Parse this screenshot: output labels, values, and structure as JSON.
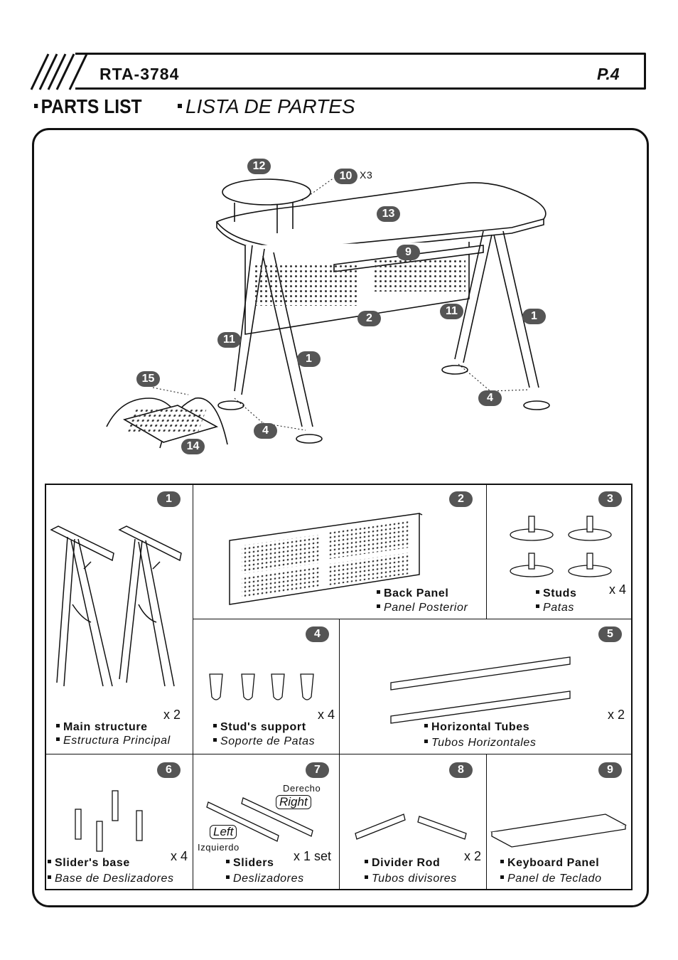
{
  "header": {
    "model": "RTA-3784",
    "page": "P.4"
  },
  "section": {
    "title_en": "PARTS LIST",
    "title_es": "LISTA DE PARTES"
  },
  "diagram": {
    "callouts": [
      "12",
      "10",
      "13",
      "9",
      "2",
      "11",
      "1",
      "11",
      "1",
      "4",
      "4",
      "15",
      "14"
    ],
    "qty_10": "X3"
  },
  "parts": [
    {
      "num": "1",
      "en": "Main structure",
      "es": "Estructura Principal",
      "qty": "x 2"
    },
    {
      "num": "2",
      "en": "Back Panel",
      "es": "Panel Posterior",
      "qty": ""
    },
    {
      "num": "3",
      "en": "Studs",
      "es": "Patas",
      "qty": "x 4"
    },
    {
      "num": "4",
      "en": "Stud's support",
      "es": "Soporte de Patas",
      "qty": "x 4"
    },
    {
      "num": "5",
      "en": "Horizontal Tubes",
      "es": "Tubos Horizontales",
      "qty": "x 2"
    },
    {
      "num": "6",
      "en": "Slider's base",
      "es": "Base de Deslizadores",
      "qty": "x 4"
    },
    {
      "num": "7",
      "en": "Sliders",
      "es": "Deslizadores",
      "qty": "x 1 set",
      "right_es": "Derecho",
      "right_en": "Right",
      "left_en": "Left",
      "left_es": "Izquierdo"
    },
    {
      "num": "8",
      "en": "Divider Rod",
      "es": "Tubos divisores",
      "qty": "x 2"
    },
    {
      "num": "9",
      "en": "Keyboard Panel",
      "es": "Panel de Teclado",
      "qty": ""
    }
  ]
}
